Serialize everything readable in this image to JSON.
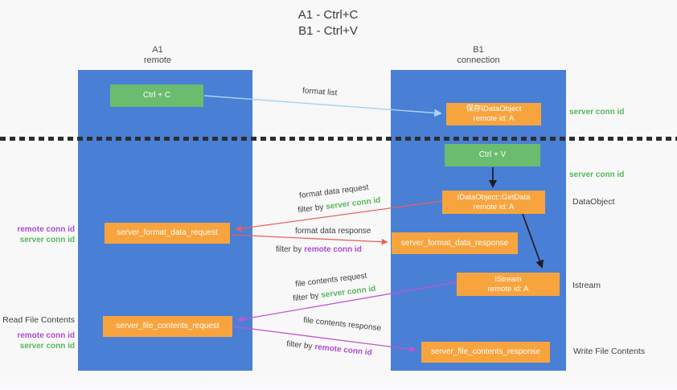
{
  "title": {
    "line1": "A1 - Ctrl+C",
    "line2": "B1 - Ctrl+V"
  },
  "lanes": {
    "left": {
      "title": "A1",
      "subtitle": "remote"
    },
    "right": {
      "title": "B1",
      "subtitle": "connection"
    }
  },
  "nodes": {
    "ctrl_c": {
      "label": "Ctrl + C"
    },
    "save_dataobject": {
      "line1": "保存IDataObject",
      "line2": "remote id: A"
    },
    "ctrl_v": {
      "label": "Ctrl + V"
    },
    "getdata": {
      "line1": "IDataObject::GetData",
      "line2": "remote id: A"
    },
    "format_request": {
      "label": "server_format_data_request"
    },
    "format_response": {
      "label": "server_format_data_response"
    },
    "istream": {
      "line1": "IStream",
      "line2": "remote id: A"
    },
    "file_request": {
      "label": "server_file_contents_request"
    },
    "file_response": {
      "label": "server_file_contents_response"
    }
  },
  "arrows": {
    "format_list": {
      "label": "format list"
    },
    "format_data_request": {
      "label": "format data request",
      "filter_prefix": "filter by",
      "filter_key": "server conn id"
    },
    "format_data_response": {
      "label": "format data response",
      "filter_prefix": "filter by",
      "filter_key": "remote conn id"
    },
    "file_contents_request": {
      "label": "file contents request",
      "filter_prefix": "filter by",
      "filter_key": "server conn id"
    },
    "file_contents_response": {
      "label": "file contents response",
      "filter_prefix": "filter by",
      "filter_key": "remote conn id"
    }
  },
  "annotations": {
    "server_conn_top": "server conn id",
    "server_conn_mid": "server conn id",
    "dataobject": "DataObject",
    "istream": "Istream",
    "write_file_contents": "Write File Contents",
    "read_file_contents": "Read File Contents",
    "left_ids_format": {
      "remote": "remote conn id",
      "server": "server conn id"
    },
    "left_ids_file": {
      "remote": "remote conn id",
      "server": "server conn id"
    }
  },
  "colors": {
    "lane_blue": "#4a7fd6",
    "node_green": "#6abc6e",
    "node_orange": "#f8a43e",
    "id_green": "#57b65b",
    "id_purple": "#ad4bcf",
    "arrow_red": "#e8635a",
    "arrow_magenta": "#c455cc",
    "arrow_lightblue": "#a9d3f1",
    "arrow_black": "#1e1e1e"
  }
}
